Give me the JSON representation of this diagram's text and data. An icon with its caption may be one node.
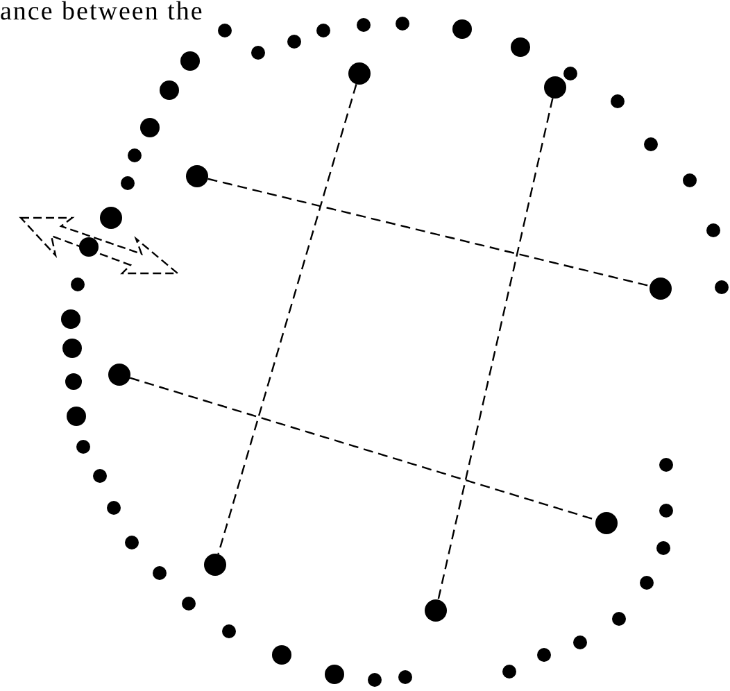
{
  "diagram": {
    "nodes": [
      {
        "text": [],
        "shape": "circle"
      },
      {
        "text": [],
        "shape": "circle"
      },
      {
        "text": [],
        "shape": "circle"
      },
      {
        "text": [],
        "shape": "circle"
      },
      {
        "text": [],
        "shape": "circle"
      },
      {
        "text": [],
        "shape": "circle"
      },
      {
        "text": [],
        "shape": "circle"
      },
      {
        "text": [],
        "shape": "circle"
      }
    ],
    "edges": [
      {
        "from": 0,
        "to": 6,
        "arrow": "none",
        "style": "dashed"
      },
      {
        "from": 1,
        "to": 7,
        "arrow": "none",
        "style": "dashed"
      },
      {
        "from": 2,
        "to": 3,
        "arrow": "none",
        "style": "dashed"
      },
      {
        "from": 4,
        "to": 5,
        "arrow": "none",
        "style": "dashed"
      }
    ],
    "labels": [
      "ance between the"
    ]
  }
}
